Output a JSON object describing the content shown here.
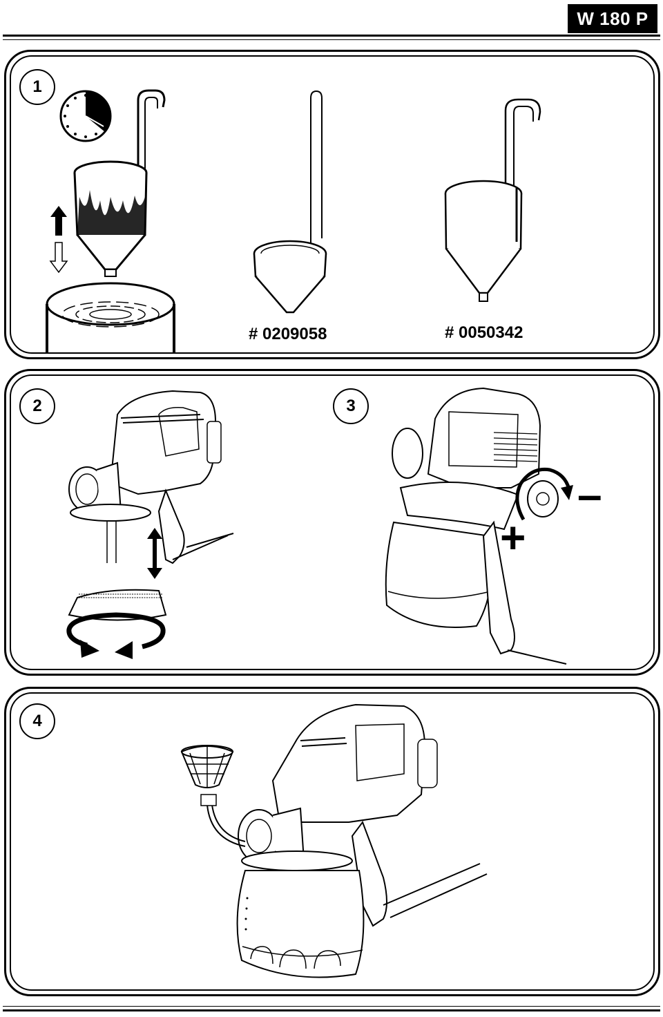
{
  "header": {
    "model": "W 180 P"
  },
  "panels": [
    {
      "step": "1",
      "part_numbers": [
        "# 0209058",
        "# 0050342"
      ]
    },
    {
      "step": "2"
    },
    {
      "step": "3",
      "plus_sign": "+",
      "minus_sign": "–"
    },
    {
      "step": "4"
    }
  ],
  "icons": [
    "clock-icon",
    "up-down-arrow-icon",
    "rotate-arrow-icon",
    "rotate-knob-arrow-icon"
  ]
}
